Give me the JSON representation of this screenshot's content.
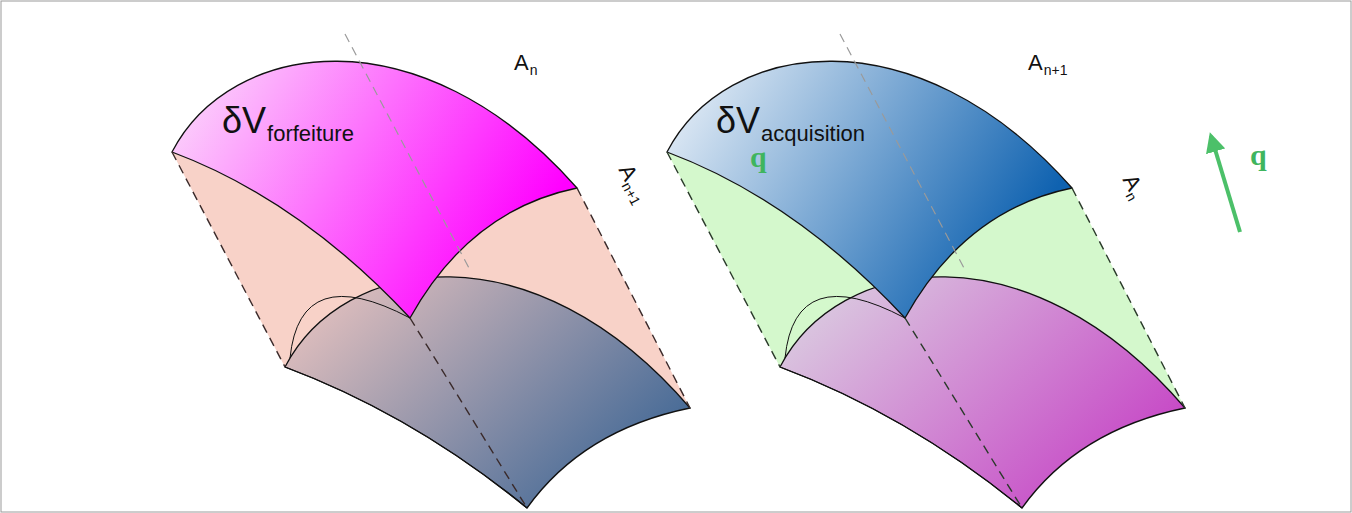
{
  "diagram": {
    "labels": [
      "δV",
      "forfeiture",
      "A",
      "n",
      "A",
      "n+1",
      "q",
      "δV",
      "acquisition",
      "A",
      "n+1",
      "A",
      "n",
      "q"
    ]
  }
}
